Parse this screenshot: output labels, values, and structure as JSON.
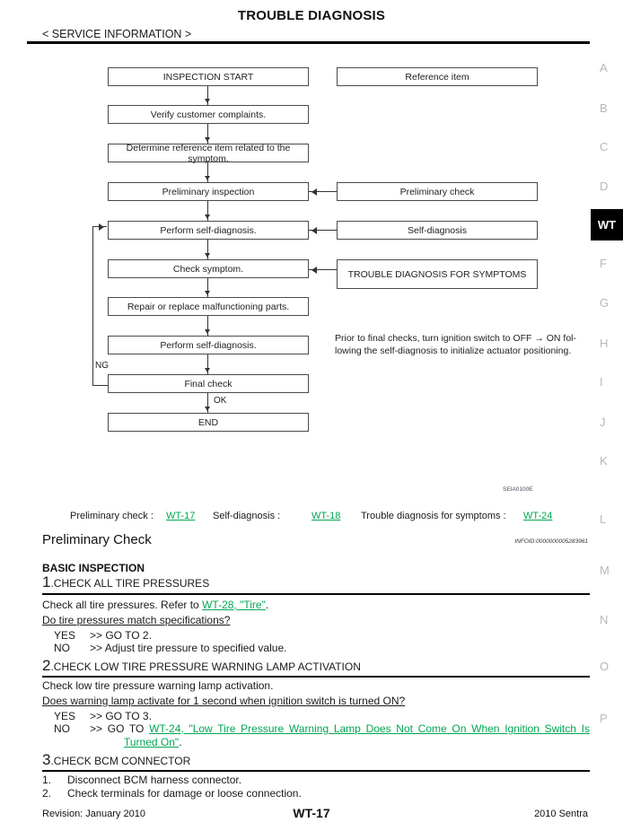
{
  "colors": {
    "link_green": "#00a651",
    "tab_bg": "#000000",
    "margin_letter_gray": "#b5b8ba"
  },
  "header": {
    "title": "TROUBLE DIAGNOSIS",
    "breadcrumb": "< SERVICE INFORMATION >"
  },
  "flowchart": {
    "main_boxes": [
      {
        "label": "INSPECTION START"
      },
      {
        "label": "Verify customer complaints."
      },
      {
        "label": "Determine reference item related to the symptom."
      },
      {
        "label": "Preliminary inspection"
      },
      {
        "label": "Perform self-diagnosis."
      },
      {
        "label": "Check symptom."
      },
      {
        "label": "Repair or replace malfunctioning parts."
      },
      {
        "label": "Perform self-diagnosis."
      },
      {
        "label": "Final check"
      },
      {
        "label": "END"
      }
    ],
    "side_boxes": [
      {
        "label": "Reference item"
      },
      {
        "label": "Preliminary check"
      },
      {
        "label": "Self-diagnosis"
      },
      {
        "label": "TROUBLE DIAGNOSIS FOR SYMPTOMS"
      }
    ],
    "ng_label": "NG",
    "ok_label": "OK",
    "note_line1": "Prior to final checks, turn ignition switch to OFF → ON fol-",
    "note_line2": "lowing the self-diagnosis to initialize actuator positioning.",
    "figure_code": "SEIA0100E"
  },
  "reference_links": [
    {
      "label": "Preliminary check :",
      "link": "WT-17"
    },
    {
      "label": "Self-diagnosis :",
      "link": "WT-18"
    },
    {
      "label": "Trouble diagnosis for symptoms :",
      "link": "WT-24"
    }
  ],
  "section": {
    "heading": "Preliminary Check",
    "infoid": "INFOID:0000000005283961",
    "subheading": "BASIC INSPECTION",
    "steps": [
      {
        "num": "1",
        "title": ".CHECK ALL TIRE PRESSURES",
        "body_pre": "Check all tire pressures. Refer to ",
        "body_link": "WT-28, \"Tire\"",
        "body_post": ".",
        "question": "Do tire pressures match specifications?",
        "yes_label": "YES",
        "yes_text": ">> GO TO 2.",
        "no_label": "NO",
        "no_text": ">> Adjust tire pressure to specified value."
      },
      {
        "num": "2",
        "title": ".CHECK LOW TIRE PRESSURE WARNING LAMP ACTIVATION",
        "body": "Check low tire pressure warning lamp activation.",
        "question": "Does warning lamp activate for 1 second when ignition switch is turned ON?",
        "yes_label": "YES",
        "yes_text": ">> GO TO 3.",
        "no_label": "NO",
        "no_pre": ">> GO TO ",
        "no_link": "WT-24, \"Low Tire Pressure Warning Lamp Does Not Come On When Ignition Switch Is Turned On\"",
        "no_post": "."
      },
      {
        "num": "3",
        "title": ".CHECK BCM CONNECTOR",
        "list": [
          {
            "num": "1.",
            "text": "Disconnect BCM harness connector."
          },
          {
            "num": "2.",
            "text": "Check terminals for damage or loose connection."
          }
        ]
      }
    ]
  },
  "footer": {
    "left": "Revision: January 2010",
    "center": "WT-17",
    "right": "2010 Sentra"
  },
  "margin": {
    "tab": "WT",
    "letters": [
      "A",
      "B",
      "C",
      "D",
      "F",
      "G",
      "H",
      "I",
      "J",
      "K",
      "L",
      "M",
      "N",
      "O",
      "P"
    ]
  }
}
